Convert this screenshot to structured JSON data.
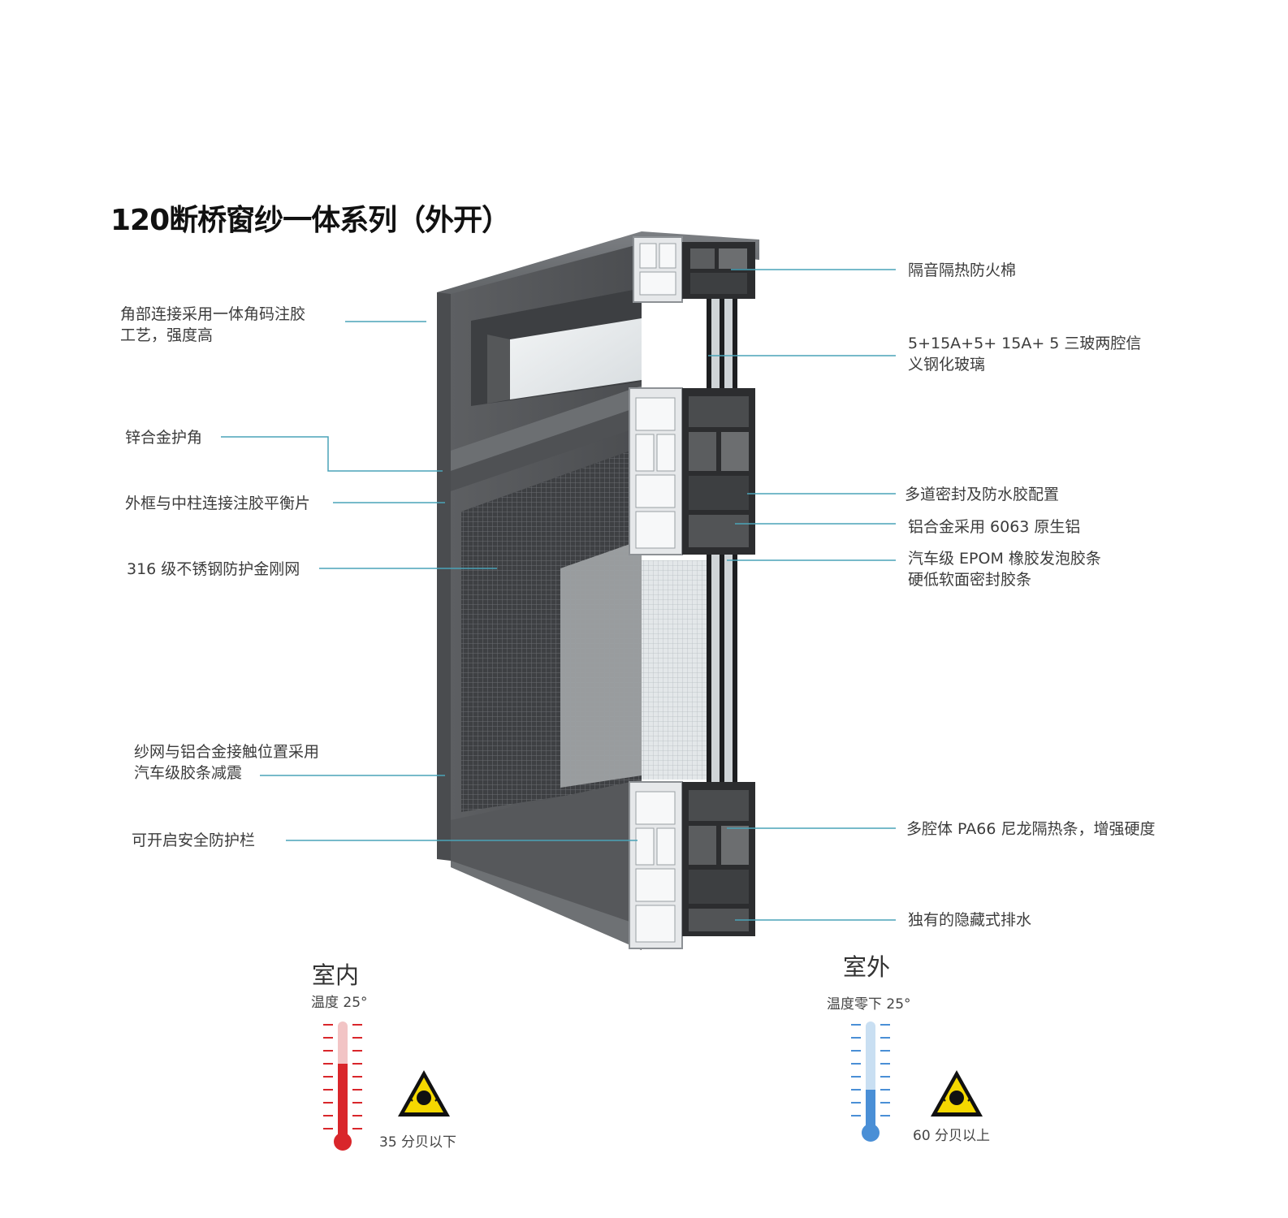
{
  "title": "120断桥窗纱一体系列（外开）",
  "left_labels": {
    "corner_l1": "角部连接采用一体角码注胶",
    "corner_l2": "工艺，强度高",
    "zinc_corner": "锌合金护角",
    "frame_mullion": "外框与中柱连接注胶平衡片",
    "mesh_316": "316 级不锈钢防护金刚网",
    "mesh_contact_l1": "纱网与铝合金接触位置采用",
    "mesh_contact_l2": "汽车级胶条减震",
    "guardrail": "可开启安全防护栏"
  },
  "right_labels": {
    "fire_cotton": "隔音隔热防火棉",
    "glass_l1": "5+15A+5+ 15A+ 5 三玻两腔信",
    "glass_l2": "义钢化玻璃",
    "seal_config": "多道密封及防水胶配置",
    "aluminum": "铝合金采用 6063 原生铝",
    "epdm_l1": "汽车级 EPOM 橡胶发泡胶条",
    "epdm_l2": "硬低软面密封胶条",
    "pa66": "多腔体 PA66 尼龙隔热条，增强硬度",
    "drainage": "独有的隐藏式排水"
  },
  "indoor": {
    "heading": "室内",
    "temp": "温度 25°",
    "noise": "35 分贝以下",
    "color": "#d9262b"
  },
  "outdoor": {
    "heading": "室外",
    "temp": "温度零下 25°",
    "noise": "60 分贝以上",
    "color": "#4a8fd6"
  },
  "colors": {
    "frame": "#5a5c5f",
    "leader_line": "#4aa3b8",
    "warning_yellow": "#f5d800"
  },
  "icons": [
    "thermometer-icon",
    "noise-warning-icon"
  ]
}
